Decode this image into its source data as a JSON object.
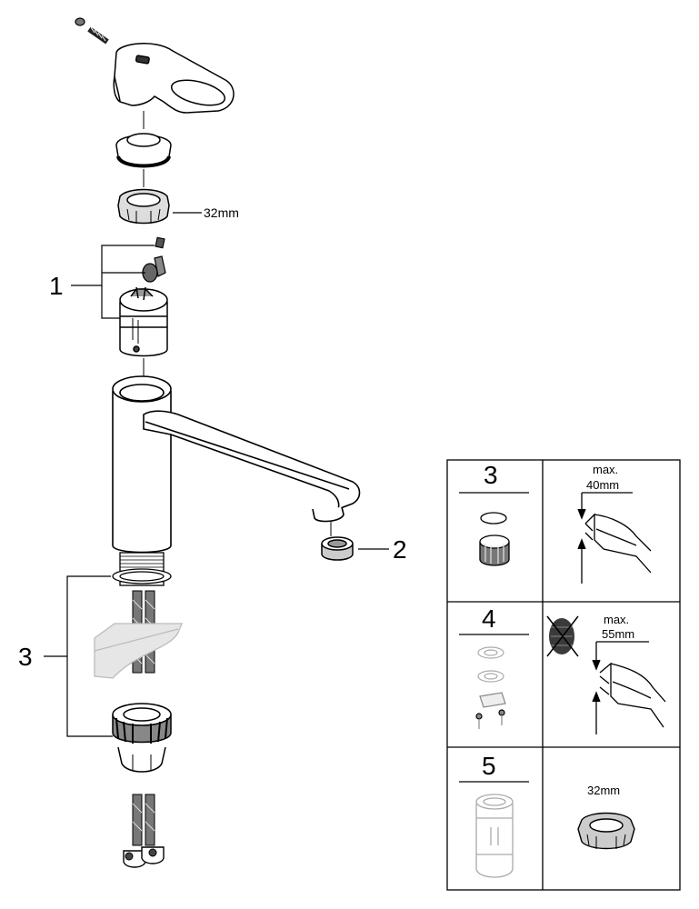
{
  "labels": {
    "callout_1": "1",
    "callout_2": "2",
    "callout_3": "3",
    "nut_size": "32mm"
  },
  "table": {
    "cells": [
      {
        "number": "3",
        "max_label": "max.",
        "max_value": "40mm"
      },
      {
        "number": "4",
        "max_label": "max.",
        "max_value": "55mm"
      },
      {
        "number": "5",
        "nut_size": "32mm"
      }
    ]
  },
  "colors": {
    "line": "#000000",
    "fill": "#ffffff",
    "shade": "#d0d0d0",
    "dark": "#3a3a3a"
  }
}
